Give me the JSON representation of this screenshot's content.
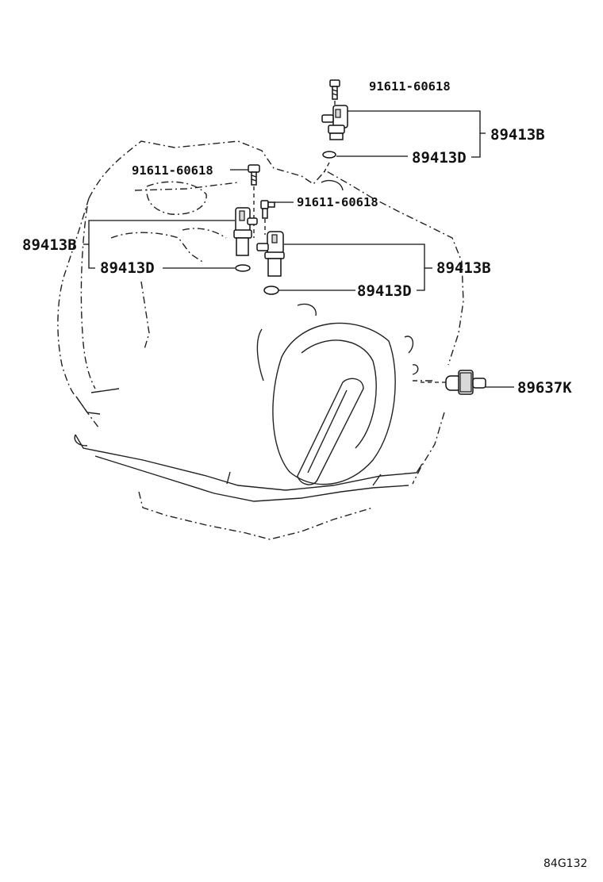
{
  "labels": {
    "bolt_top": "91611-60618",
    "bolt_mid": "91611-60618",
    "bolt_right": "91611-60618",
    "sensor_top": "89413B",
    "oring_top": "89413D",
    "sensor_left": "89413B",
    "oring_left": "89413D",
    "sensor_right": "89413B",
    "oring_right": "89413D",
    "speed_sensor": "89637K"
  },
  "diagram_code": "84G132"
}
